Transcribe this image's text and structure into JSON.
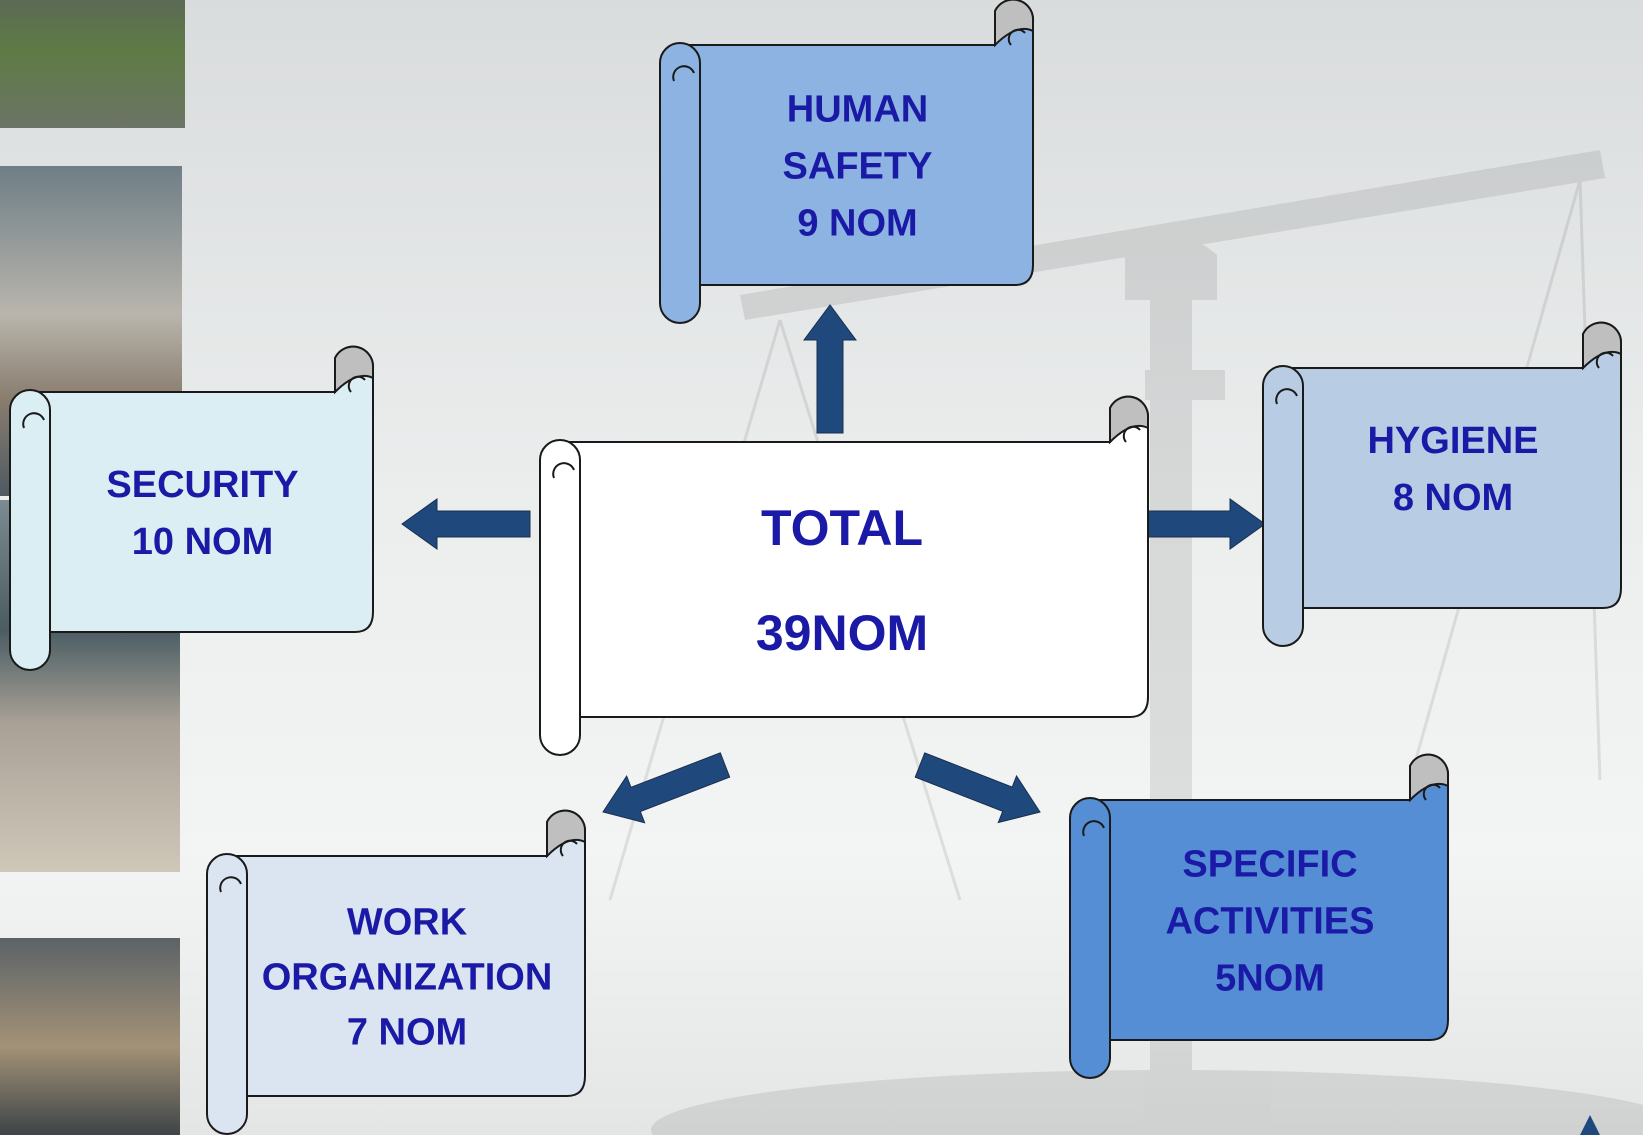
{
  "diagram": {
    "center": {
      "title": "TOTAL",
      "value": "39NOM",
      "color": "#ffffff"
    },
    "nodes": [
      {
        "id": "human-safety",
        "lines": [
          "HUMAN",
          "SAFETY",
          "9 NOM"
        ],
        "color": "#8db3e2"
      },
      {
        "id": "security",
        "lines": [
          "SECURITY",
          "10 NOM"
        ],
        "color": "#daeef3"
      },
      {
        "id": "hygiene",
        "lines": [
          "HYGIENE",
          "8 NOM"
        ],
        "color": "#b8cce4"
      },
      {
        "id": "work-organization",
        "lines": [
          "WORK",
          "ORGANIZATION",
          "7 NOM"
        ],
        "color": "#dbe5f1"
      },
      {
        "id": "specific-activities",
        "lines": [
          "SPECIFIC",
          "ACTIVITIES",
          "5NOM"
        ],
        "color": "#558ed5"
      }
    ],
    "arrow_color": "#1f497d",
    "text_color": "#1a1aa6"
  }
}
